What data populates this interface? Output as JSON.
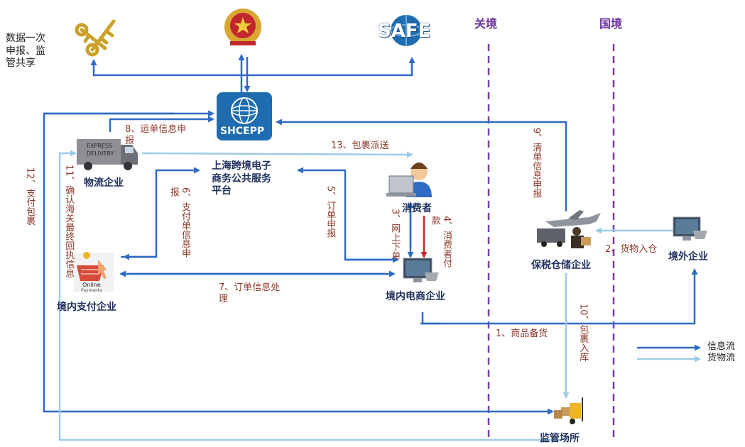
{
  "notes": {
    "data_share": "数据一次\n申报、监\n管共享"
  },
  "borders": {
    "customs": "关境",
    "national": "国境"
  },
  "platform": {
    "logo_text": "SHCEPP",
    "name": "上海跨境电子\n商务公共服务\n平台"
  },
  "agencies": {
    "safe_logo_text": "SAFE"
  },
  "nodes": {
    "logistics": "物流企业",
    "consumer": "消费者",
    "payment": "境内支付企业",
    "ecommerce": "境内电商企业",
    "bonded": "保税仓储企业",
    "overseas": "境外企业",
    "supervision": "监管场所"
  },
  "truck": {
    "line1": "EXPRESS",
    "line2": "DELIVERY"
  },
  "payment_logo": {
    "line1": "Online",
    "line2": "Payments"
  },
  "steps": {
    "s1": "1、商品备货",
    "s2": "2、货物入仓",
    "s3": "3、网上下单",
    "s4": "4、消费者付款",
    "s5": "5、订单申报",
    "s6": "6、支付单信息申报",
    "s7": "7、订单信息处\n理",
    "s8": "8、运单信息申\n报",
    "s9": "9、清单信息申报",
    "s10": "10、包裹入库",
    "s11": "11、确认海关最终回执信息",
    "s12": "12、支付包裹",
    "s13": "13、包裹派送"
  },
  "legend": {
    "info": "信息流",
    "goods": "货物流"
  },
  "colors": {
    "info_flow": "#2e6bc4",
    "goods_flow": "#9ccbe8",
    "border_line": "#7b3fa6",
    "step_text": "#8b3a2b",
    "node_text": "#1f2f5c"
  }
}
